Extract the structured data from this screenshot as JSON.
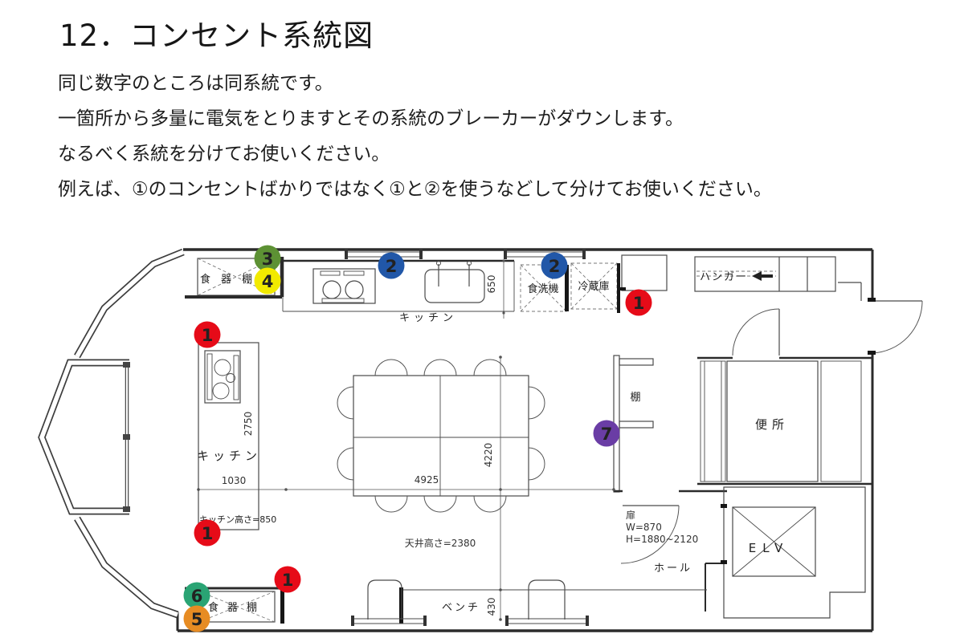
{
  "slide": {
    "title": "12．コンセント系統図",
    "lines": [
      "同じ数字のところは同系統です。",
      "一箇所から多量に電気をとりますとその系統のブレーカーがダウンします。",
      "なるべく系統を分けてお使いください。",
      "例えば、①のコンセントばかりではなく①と②を使うなどして分けてお使いください。"
    ]
  },
  "colors": {
    "circuit1": "#e60b18",
    "circuit2": "#2157a8",
    "circuit3": "#5d9134",
    "circuit4": "#f2ea00",
    "circuit5": "#e78c23",
    "circuit6": "#2aa474",
    "circuit7": "#6a3da5"
  },
  "icons": {
    "hanger_direction": "left-arrow"
  },
  "plan": {
    "rooms": {
      "kitchen_top": "キッチン",
      "kitchen_island": "キッチン",
      "toilet": "便所",
      "hall": "ホール",
      "bench": "ベンチ"
    },
    "fixtures": {
      "cupboard_top": "食器棚",
      "cupboard_bottom": "食器棚",
      "dishwasher": "食洗機",
      "refrigerator": "冷蔵庫",
      "hanger": "ハンガー",
      "shelf": "棚",
      "elevator": "ELV"
    },
    "notes": {
      "door": "扉",
      "door_w": "W=870",
      "door_h": "H=1880~2120",
      "ceiling": "天井高さ=2380",
      "counter": "キッチン高さ=850"
    },
    "dims": {
      "counter_depth": "650",
      "island_len": "2750",
      "island_w": "1030",
      "table_w": "4925",
      "room_d": "4220",
      "bench_d": "430"
    },
    "badges": [
      {
        "num": "3",
        "bg": "#5d9134",
        "fg": "#ffffff"
      },
      {
        "num": "4",
        "bg": "#f2ea00",
        "fg": "#3f4a10"
      },
      {
        "num": "2",
        "bg": "#2157a8",
        "fg": "#ffffff"
      },
      {
        "num": "2",
        "bg": "#2157a8",
        "fg": "#ffffff"
      },
      {
        "num": "1",
        "bg": "#e60b18",
        "fg": "#ffffff"
      },
      {
        "num": "1",
        "bg": "#e60b18",
        "fg": "#ffffff"
      },
      {
        "num": "1",
        "bg": "#e60b18",
        "fg": "#ffffff"
      },
      {
        "num": "1",
        "bg": "#e60b18",
        "fg": "#ffffff"
      },
      {
        "num": "6",
        "bg": "#2aa474",
        "fg": "#ffffff"
      },
      {
        "num": "5",
        "bg": "#e78c23",
        "fg": "#ffffff"
      },
      {
        "num": "7",
        "bg": "#6a3da5",
        "fg": "#ffffff"
      }
    ]
  }
}
